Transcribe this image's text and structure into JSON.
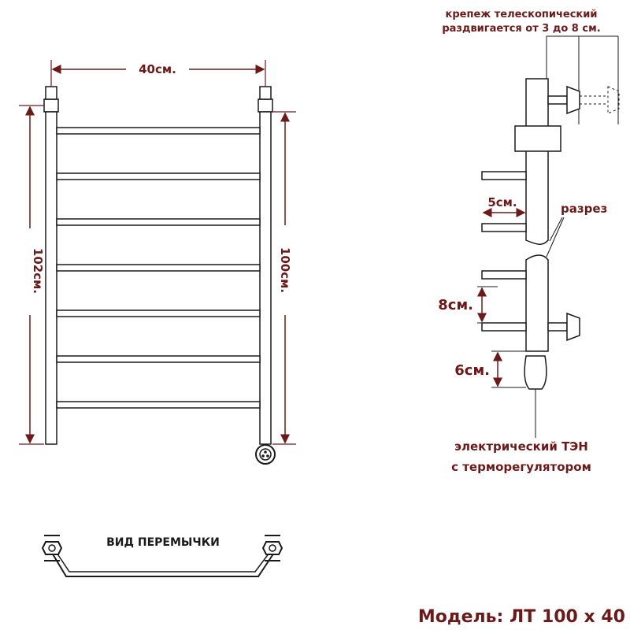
{
  "colors": {
    "accent": "#6b1a1a",
    "line": "#1a1a1a",
    "fill": "#ffffff"
  },
  "front_view": {
    "width_label": "40см.",
    "height_outer_label": "102см.",
    "height_inner_label": "100см.",
    "rungs": 7
  },
  "side_view": {
    "mount_label_line1": "крепеж телескопический",
    "mount_label_line2": "раздвигается от 3 до 8 см.",
    "rung_depth_label": "5см.",
    "cut_label": "разрез",
    "rung_spacing_label": "8см.",
    "heater_offset_label": "6см.",
    "heater_label_line1": "электрический  ТЭН",
    "heater_label_line2": "с терморегулятором"
  },
  "jumper_view": {
    "title": "ВИД ПЕРЕМЫЧКИ"
  },
  "model": {
    "label": "Модель: ЛТ 100 х 40"
  }
}
